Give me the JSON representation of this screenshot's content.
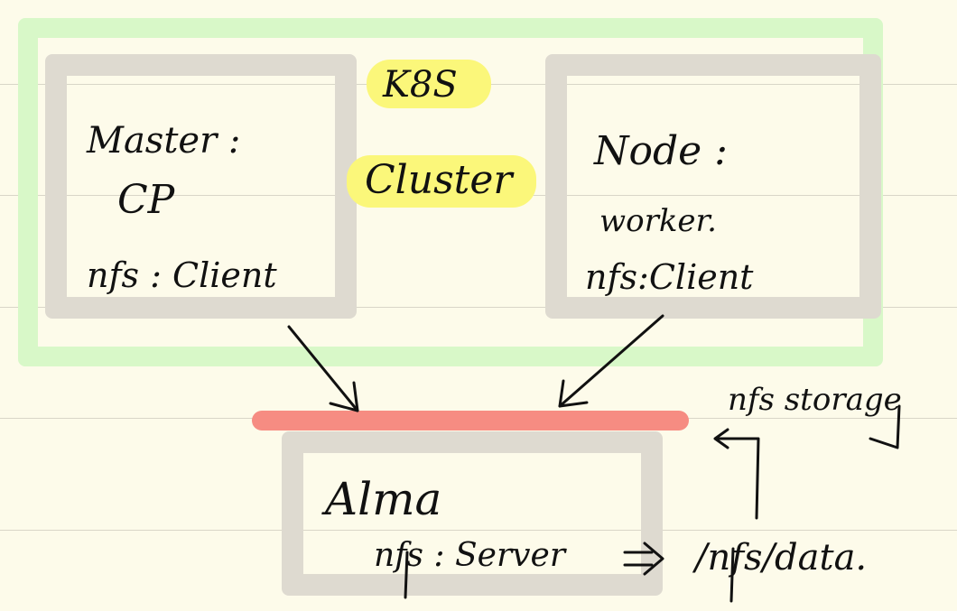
{
  "cluster": {
    "title_line1": "K8S",
    "title_line2": "Cluster"
  },
  "master": {
    "label": "Master :",
    "role": "CP",
    "nfs": "nfs : Client"
  },
  "worker": {
    "label": "Node :",
    "role": "worker.",
    "nfs": "nfs:Client"
  },
  "alma": {
    "label": "Alma",
    "nfs": "nfs : Server",
    "path": "/nfs/data."
  },
  "storage": {
    "label": "nfs storage"
  },
  "colors": {
    "background": "#fdfbea",
    "cluster_border": "#d8f8c8",
    "box_border": "#dedad0",
    "storage_bar": "#f68c82",
    "highlight": "#fbf77a",
    "ink": "#111111"
  }
}
